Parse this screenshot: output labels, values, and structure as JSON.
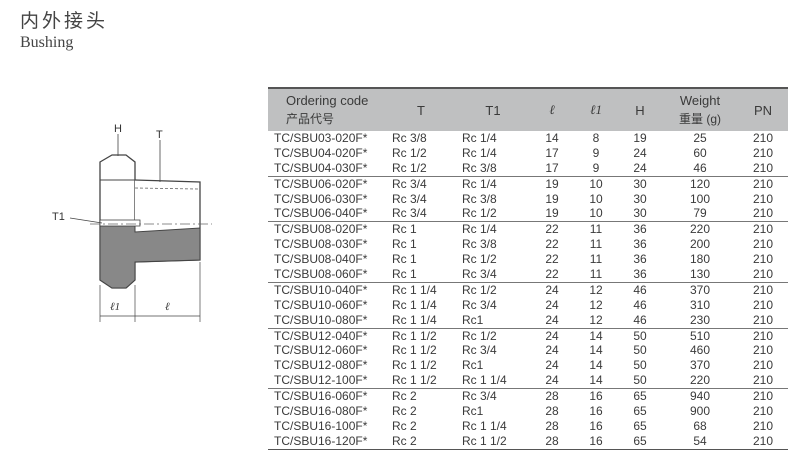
{
  "page": {
    "title_cn": "内外接头",
    "title_en": "Bushing"
  },
  "drawing": {
    "label_h": "H",
    "label_t": "T",
    "label_t1": "T1",
    "label_l1": "ℓ1",
    "label_l": "ℓ"
  },
  "table": {
    "headers": {
      "code": "Ordering code",
      "code_cn": "产品代号",
      "t": "T",
      "t1": "T1",
      "l": "ℓ",
      "l1": "ℓ1",
      "h": "H",
      "weight": "Weight",
      "weight_cn": "重量 (g)",
      "pn": "PN"
    },
    "rows": [
      {
        "code": "TC/SBU03-020F*",
        "t": "Rc 3/8",
        "t1": "Rc 1/4",
        "l": "14",
        "l1": "8",
        "h": "19",
        "weight": "25",
        "pn": "210"
      },
      {
        "code": "TC/SBU04-020F*",
        "t": "Rc 1/2",
        "t1": "Rc 1/4",
        "l": "17",
        "l1": "9",
        "h": "24",
        "weight": "60",
        "pn": "210"
      },
      {
        "code": "TC/SBU04-030F*",
        "t": "Rc 1/2",
        "t1": "Rc 3/8",
        "l": "17",
        "l1": "9",
        "h": "24",
        "weight": "46",
        "pn": "210"
      },
      {
        "code": "TC/SBU06-020F*",
        "t": "Rc 3/4",
        "t1": "Rc 1/4",
        "l": "19",
        "l1": "10",
        "h": "30",
        "weight": "120",
        "pn": "210"
      },
      {
        "code": "TC/SBU06-030F*",
        "t": "Rc 3/4",
        "t1": "Rc 3/8",
        "l": "19",
        "l1": "10",
        "h": "30",
        "weight": "100",
        "pn": "210"
      },
      {
        "code": "TC/SBU06-040F*",
        "t": "Rc 3/4",
        "t1": "Rc 1/2",
        "l": "19",
        "l1": "10",
        "h": "30",
        "weight": "79",
        "pn": "210"
      },
      {
        "code": "TC/SBU08-020F*",
        "t": "Rc 1",
        "t1": "Rc 1/4",
        "l": "22",
        "l1": "11",
        "h": "36",
        "weight": "220",
        "pn": "210"
      },
      {
        "code": "TC/SBU08-030F*",
        "t": "Rc 1",
        "t1": "Rc 3/8",
        "l": "22",
        "l1": "11",
        "h": "36",
        "weight": "200",
        "pn": "210"
      },
      {
        "code": "TC/SBU08-040F*",
        "t": "Rc 1",
        "t1": "Rc 1/2",
        "l": "22",
        "l1": "11",
        "h": "36",
        "weight": "180",
        "pn": "210"
      },
      {
        "code": "TC/SBU08-060F*",
        "t": "Rc 1",
        "t1": "Rc 3/4",
        "l": "22",
        "l1": "11",
        "h": "36",
        "weight": "130",
        "pn": "210"
      },
      {
        "code": "TC/SBU10-040F*",
        "t": "Rc 1 1/4",
        "t1": "Rc 1/2",
        "l": "24",
        "l1": "12",
        "h": "46",
        "weight": "370",
        "pn": "210"
      },
      {
        "code": "TC/SBU10-060F*",
        "t": "Rc 1 1/4",
        "t1": "Rc 3/4",
        "l": "24",
        "l1": "12",
        "h": "46",
        "weight": "310",
        "pn": "210"
      },
      {
        "code": "TC/SBU10-080F*",
        "t": "Rc 1 1/4",
        "t1": "Rc1",
        "l": "24",
        "l1": "12",
        "h": "46",
        "weight": "230",
        "pn": "210"
      },
      {
        "code": "TC/SBU12-040F*",
        "t": "Rc 1 1/2",
        "t1": "Rc 1/2",
        "l": "24",
        "l1": "14",
        "h": "50",
        "weight": "510",
        "pn": "210"
      },
      {
        "code": "TC/SBU12-060F*",
        "t": "Rc 1 1/2",
        "t1": "Rc 3/4",
        "l": "24",
        "l1": "14",
        "h": "50",
        "weight": "460",
        "pn": "210"
      },
      {
        "code": "TC/SBU12-080F*",
        "t": "Rc 1 1/2",
        "t1": "Rc1",
        "l": "24",
        "l1": "14",
        "h": "50",
        "weight": "370",
        "pn": "210"
      },
      {
        "code": "TC/SBU12-100F*",
        "t": "Rc 1 1/2",
        "t1": "Rc 1 1/4",
        "l": "24",
        "l1": "14",
        "h": "50",
        "weight": "220",
        "pn": "210"
      },
      {
        "code": "TC/SBU16-060F*",
        "t": "Rc 2",
        "t1": "Rc 3/4",
        "l": "28",
        "l1": "16",
        "h": "65",
        "weight": "940",
        "pn": "210"
      },
      {
        "code": "TC/SBU16-080F*",
        "t": "Rc 2",
        "t1": "Rc1",
        "l": "28",
        "l1": "16",
        "h": "65",
        "weight": "900",
        "pn": "210"
      },
      {
        "code": "TC/SBU16-100F*",
        "t": "Rc 2",
        "t1": "Rc 1 1/4",
        "l": "28",
        "l1": "16",
        "h": "65",
        "weight": "68",
        "pn": "210"
      },
      {
        "code": "TC/SBU16-120F*",
        "t": "Rc 2",
        "t1": "Rc 1 1/2",
        "l": "28",
        "l1": "16",
        "h": "65",
        "weight": "54",
        "pn": "210"
      }
    ]
  }
}
